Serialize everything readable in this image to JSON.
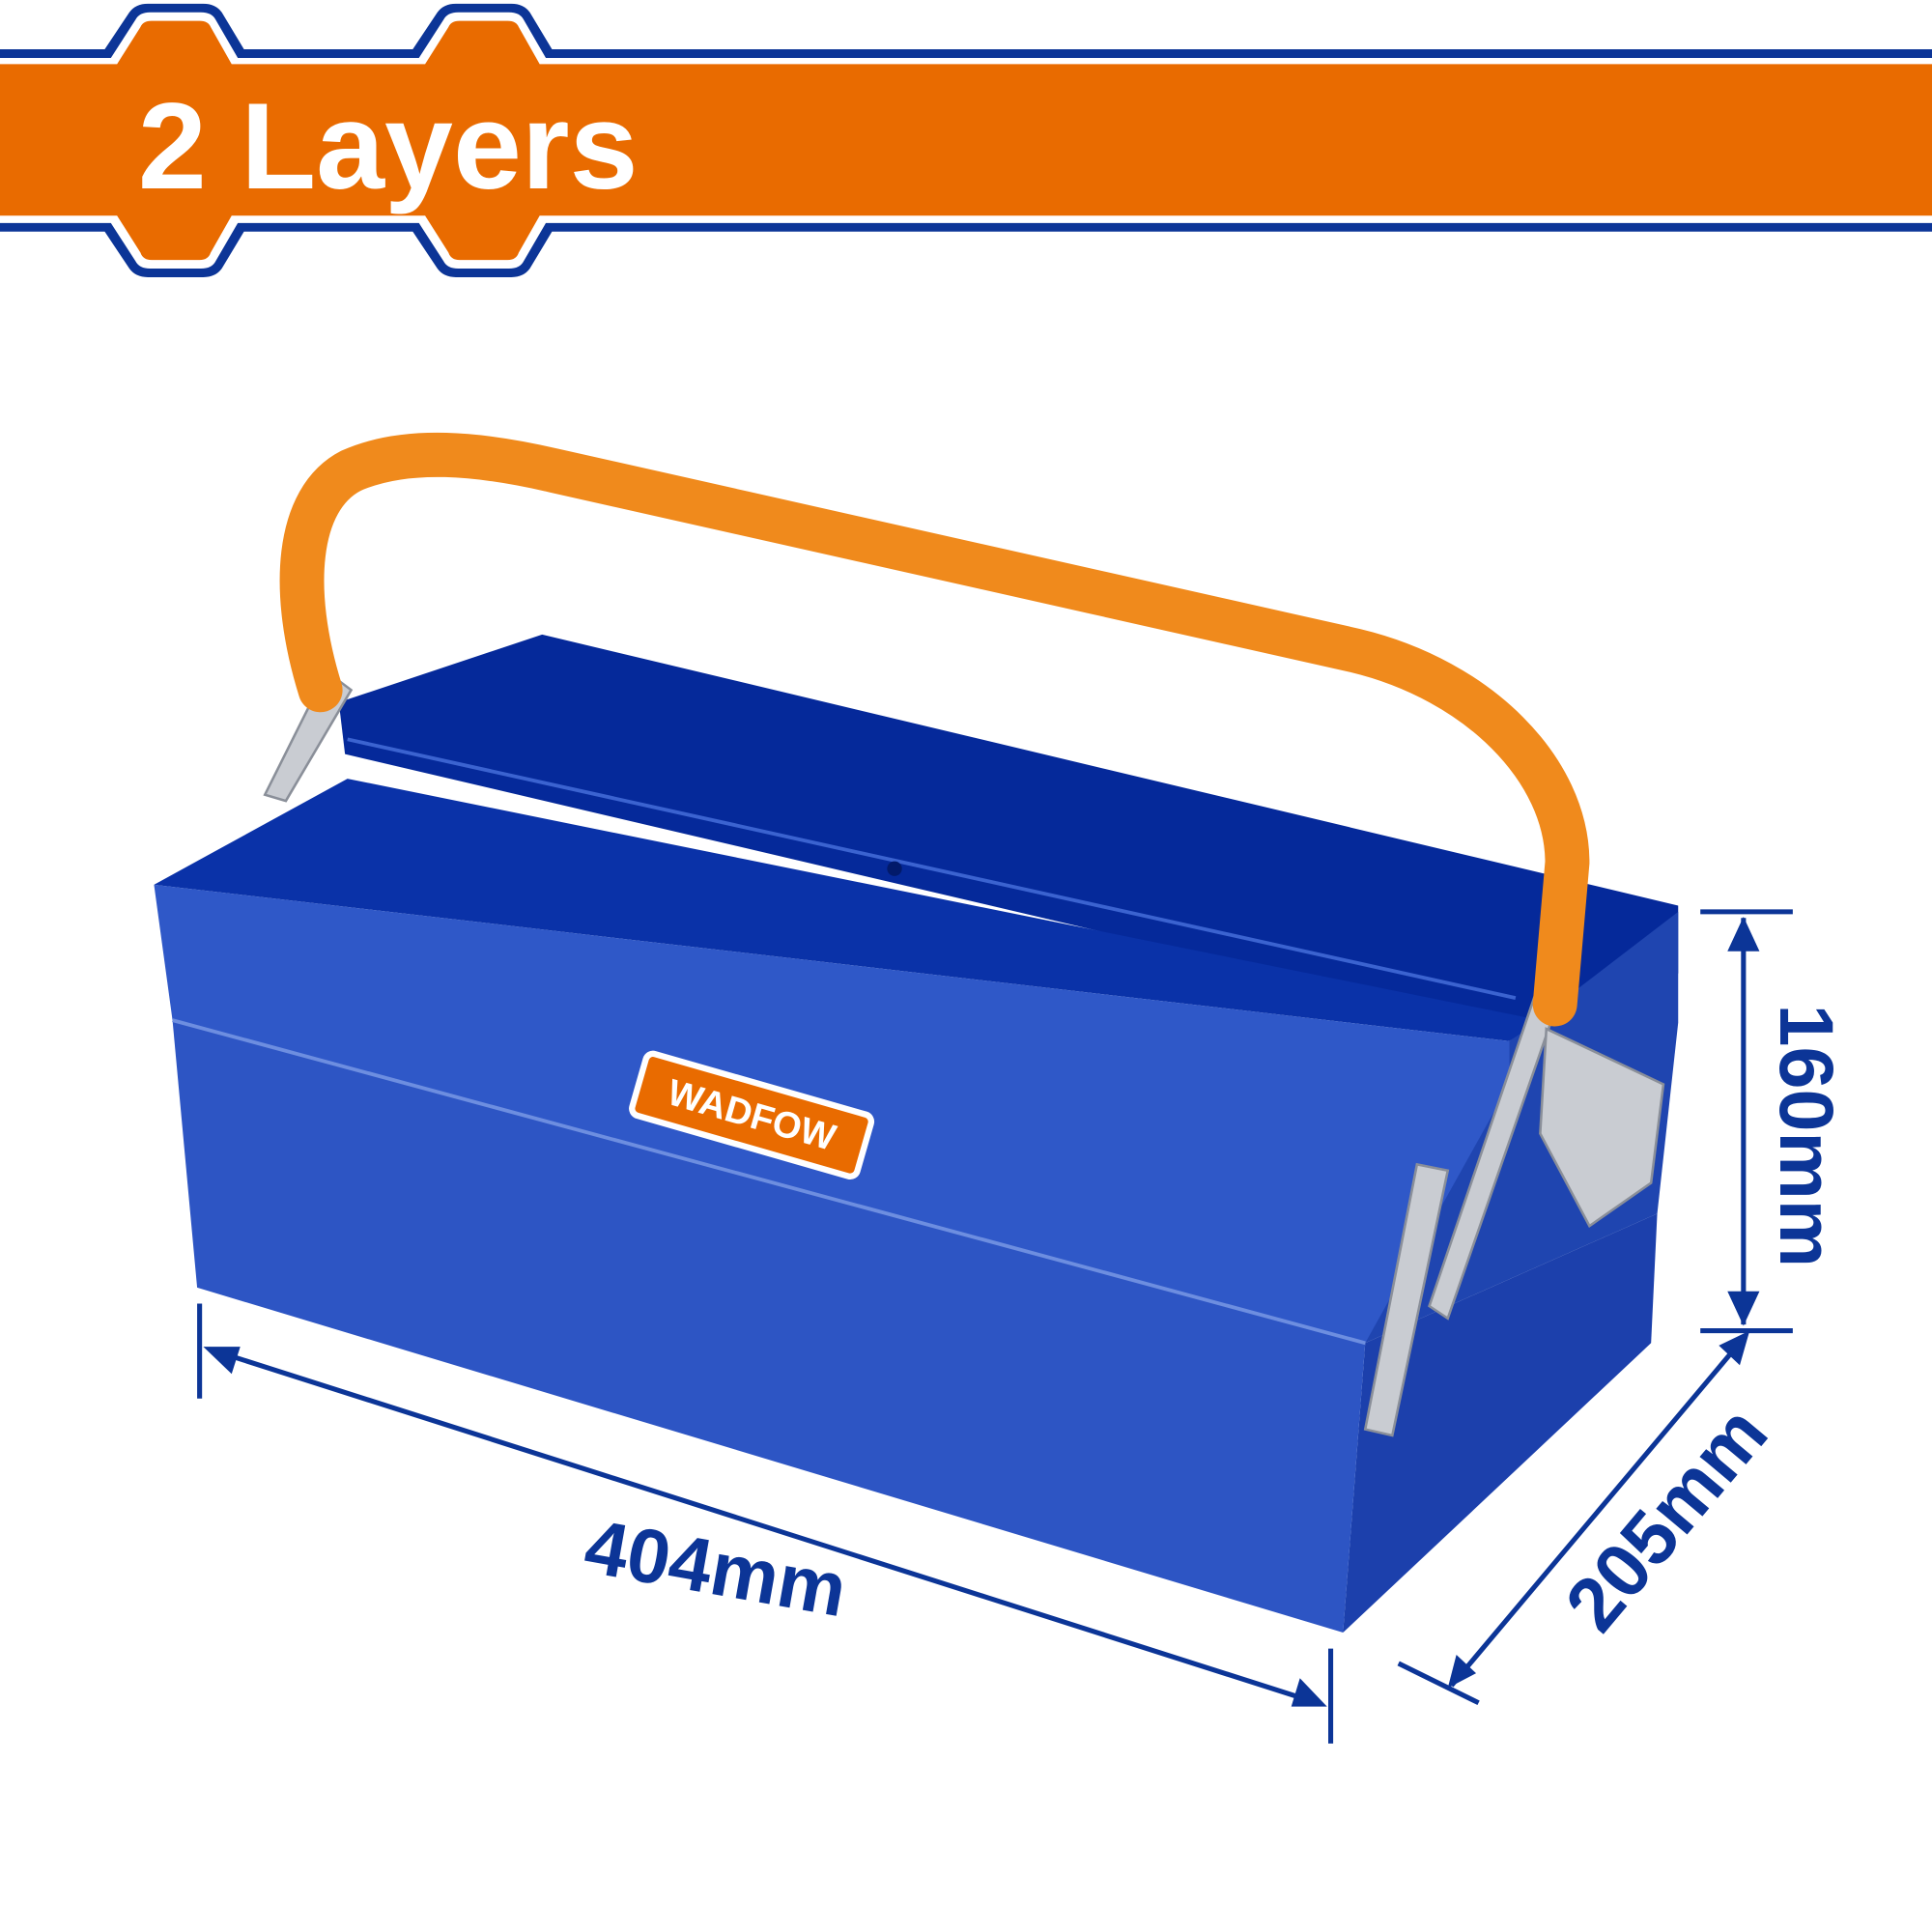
{
  "header": {
    "title": "2 Layers"
  },
  "product": {
    "brand_logo": "WADFOW"
  },
  "dimensions": {
    "length": "404mm",
    "width": "205mm",
    "height": "160mm"
  },
  "colors": {
    "orange": "#e96b00",
    "blue_line": "#0c3597",
    "box_blue": "#2d55c4",
    "box_dark": "#05299a",
    "handle": "#f08a1c"
  }
}
